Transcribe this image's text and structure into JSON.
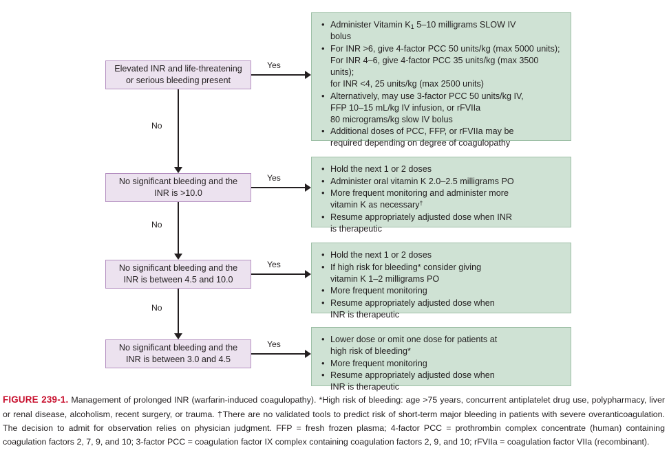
{
  "figure": {
    "label": "FIGURE 239-1.",
    "title": "Management of prolonged INR (warfarin-induced coagulopathy).",
    "footnote_star": "*High risk of bleeding: age >75 years, concurrent antiplatelet drug use, polypharmacy, liver or renal disease, alcoholism, recent surgery, or trauma.",
    "footnote_dagger": "†There are no validated tools to predict risk of short-term major bleeding in patients with severe overanticoagulation. The decision to admit for observation relies on physician judgment.",
    "abbreviations": "FFP = fresh frozen plasma; 4-factor PCC = prothrombin complex concentrate (human) containing coagulation factors 2, 7, 9, and 10; 3-factor PCC = coagulation factor IX complex containing coagulation factors 2, 9, and 10; rFVIIa = coagulation factor VIIa (recombinant)."
  },
  "colors": {
    "decision_fill": "#ece2ef",
    "decision_border": "#b48fc0",
    "action_fill": "#cfe2d4",
    "action_border": "#9dbfa6",
    "connector": "#231f20",
    "figure_number": "#c8102e"
  },
  "edge_labels": {
    "yes": "Yes",
    "no": "No"
  },
  "decisions": [
    {
      "id": "d1",
      "text": "Elevated INR and life-threatening or serious bleeding present"
    },
    {
      "id": "d2",
      "text": "No significant bleeding and the INR is >10.0"
    },
    {
      "id": "d3",
      "text": "No significant bleeding and the INR is between 4.5 and 10.0"
    },
    {
      "id": "d4",
      "text": "No significant bleeding and the INR is between 3.0 and 4.5"
    }
  ],
  "actions": [
    {
      "id": "a1",
      "bullets": [
        "Administer Vitamin K₁ 5–10 milligrams SLOW IV bolus",
        "For INR >6, give 4-factor PCC 50 units/kg (max 5000 units); For INR 4–6, give 4-factor PCC 35 units/kg (max 3500 units); for INR <4, 25 units/kg (max 2500 units)",
        "Alternatively, may use 3-factor PCC 50 units/kg IV, FFP 10–15 mL/kg IV infusion, or rFVIIa 80 micrograms/kg slow IV bolus",
        "Additional doses of PCC, FFP, or rFVIIa may be required depending on degree of coagulopathy"
      ]
    },
    {
      "id": "a2",
      "bullets": [
        "Hold the next 1 or 2 doses",
        "Administer oral vitamin K 2.0–2.5 milligrams PO",
        "More frequent monitoring and administer more vitamin K as necessary†",
        "Resume appropriately adjusted dose when INR is therapeutic"
      ]
    },
    {
      "id": "a3",
      "bullets": [
        "Hold the next 1 or 2 doses",
        "If high risk for bleeding* consider giving vitamin K 1–2 milligrams PO",
        "More frequent monitoring",
        "Resume appropriately adjusted dose when INR is therapeutic"
      ]
    },
    {
      "id": "a4",
      "bullets": [
        "Lower dose or omit one dose for patients at high risk of bleeding*",
        "More frequent monitoring",
        "Resume appropriately adjusted dose when INR is therapeutic"
      ]
    }
  ]
}
